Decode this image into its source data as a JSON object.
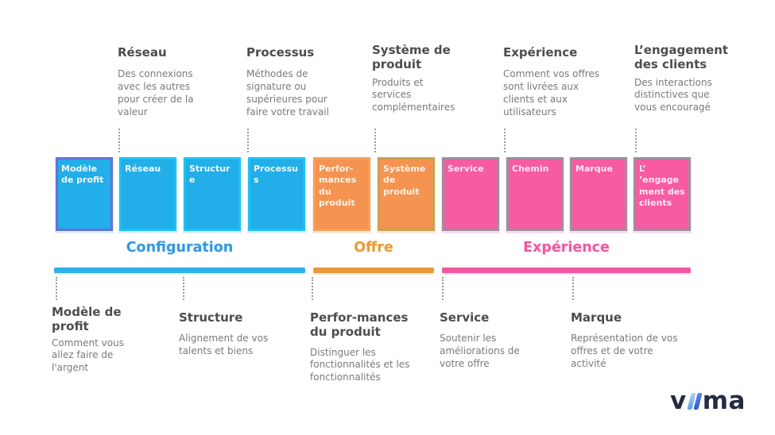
{
  "top_annotations": [
    {
      "title": "Réseau",
      "body": "Des connexions avec les autres pour créer de la valeur"
    },
    {
      "title": "Processus",
      "body": "Méthodes de signature ou supérieures pour faire votre travail"
    },
    {
      "title": "Système de produit",
      "body": "Produits et services complémentaires"
    },
    {
      "title": "Expérience",
      "body": "Comment vos offres sont livrées aux clients et aux utilisateurs"
    },
    {
      "title": "L’engagement des clients",
      "body": "Des interactions distinctives que vous encouragé"
    }
  ],
  "boxes": [
    {
      "label": "Modèle de profit"
    },
    {
      "label": "Réseau"
    },
    {
      "label": "Structure"
    },
    {
      "label": "Processus"
    },
    {
      "label": "Perfor-mances du produit"
    },
    {
      "label": "Système de produit"
    },
    {
      "label": "Service"
    },
    {
      "label": "Chemin"
    },
    {
      "label": "Marque"
    },
    {
      "label": "L’ ’engagement des clients"
    }
  ],
  "categories": [
    {
      "label": "Configuration",
      "color": "#3598dc"
    },
    {
      "label": "Offre",
      "color": "#e9993b"
    },
    {
      "label": "Expérience",
      "color": "#ec599f"
    }
  ],
  "bottom_annotations": [
    {
      "title": "Modèle de profit",
      "body": "Comment vous allez faire de l'argent"
    },
    {
      "title": "Structure",
      "body": "Alignement de vos talents et biens"
    },
    {
      "title": "Perfor-mances du produit",
      "body": "Distinguer les fonctionnalités et les fonctionnalités"
    },
    {
      "title": "Service",
      "body": "Soutenir les améliorations de votre offre"
    },
    {
      "title": "Marque",
      "body": "Représentation de vos offres et de votre activité"
    }
  ],
  "logo": {
    "prefix": "v",
    "suffix": "ma",
    "name": "viima"
  },
  "colors": {
    "blue_box_fill": "#22aee8",
    "blue_box_border": "#1ec1f5",
    "profit_box_border": "#6471d9",
    "orange_box_fill": "#f59350",
    "olive_box_border": "#c9a251",
    "pink_box_fill": "#f75ba2",
    "pink_box_border": "#9c8f9e",
    "configuration_accent": "#2fb0e8",
    "offre_accent": "#e9993b",
    "experience_accent": "#f0599f"
  }
}
